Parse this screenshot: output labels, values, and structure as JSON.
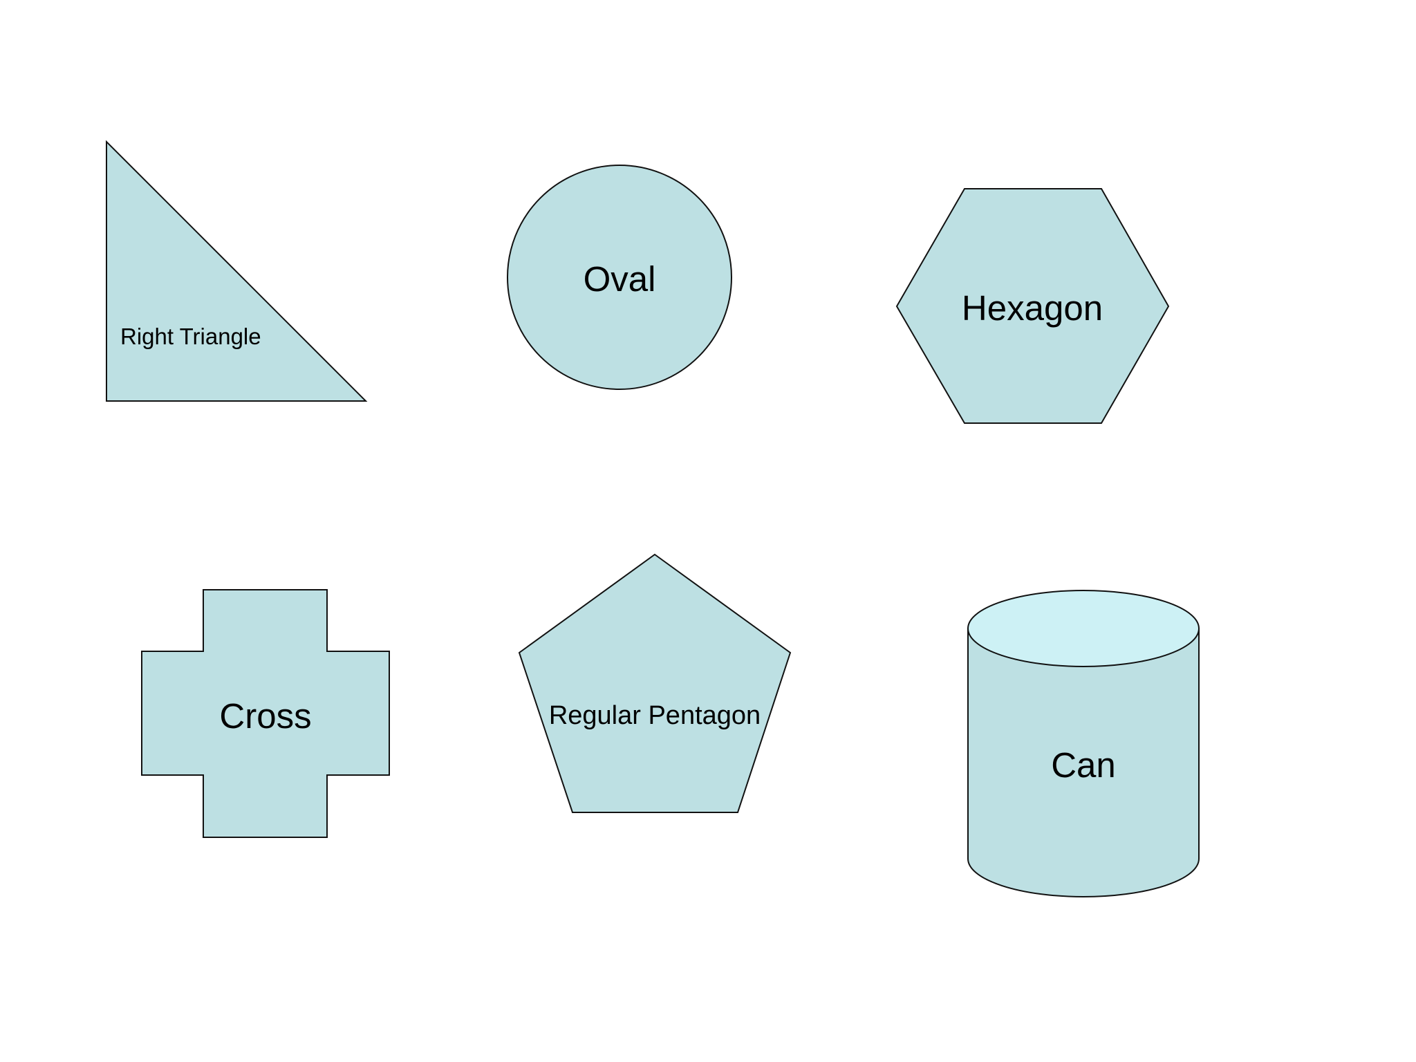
{
  "colors": {
    "background": "#ffffff",
    "shape_fill": "#bde0e3",
    "shape_top_fill": "#cdf1f5",
    "shape_stroke": "#111111",
    "text": "#000000"
  },
  "shapes": {
    "right_triangle": {
      "label": "Right Triangle"
    },
    "oval": {
      "label": "Oval"
    },
    "hexagon": {
      "label": "Hexagon"
    },
    "cross": {
      "label": "Cross"
    },
    "regular_pentagon": {
      "label": "Regular Pentagon"
    },
    "can": {
      "label": "Can"
    }
  }
}
